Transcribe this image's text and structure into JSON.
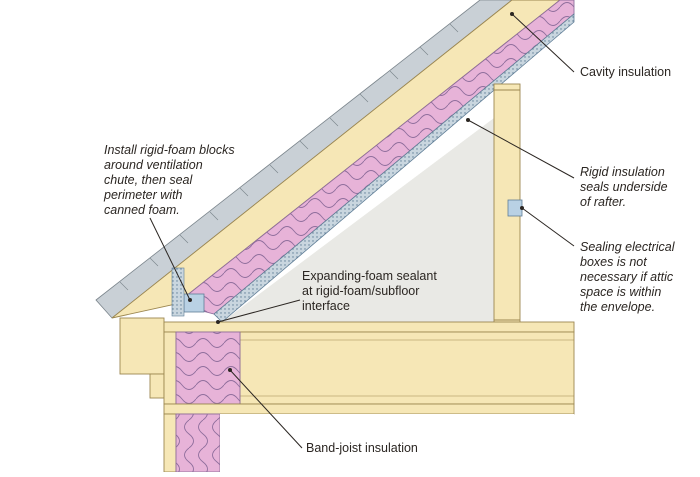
{
  "labels": {
    "cavity": "Cavity insulation",
    "rigid_blocks": "Install rigid-foam blocks\naround ventilation\nchute, then seal\nperimeter with\ncanned foam.",
    "rigid_insulation": "Rigid insulation\nseals underside\nof rafter.",
    "sealing_boxes": "Sealing electrical\nboxes is not\nnecessary if attic\nspace is within\nthe envelope.",
    "expanding_foam": "Expanding-foam sealant\nat rigid-foam/subfloor\ninterface",
    "band_joist": "Band-joist insulation"
  },
  "colors": {
    "insulation_pink": "#e7b3d8",
    "batt_line": "#8f6e9c",
    "wood": "#f6e7b6",
    "wood_edge": "#9c8750",
    "attic_space": "#e9e9e5",
    "rigid_foam": "#b9d1e4",
    "roof_sheathing": "#c9d0d6",
    "text": "#2b2622"
  }
}
